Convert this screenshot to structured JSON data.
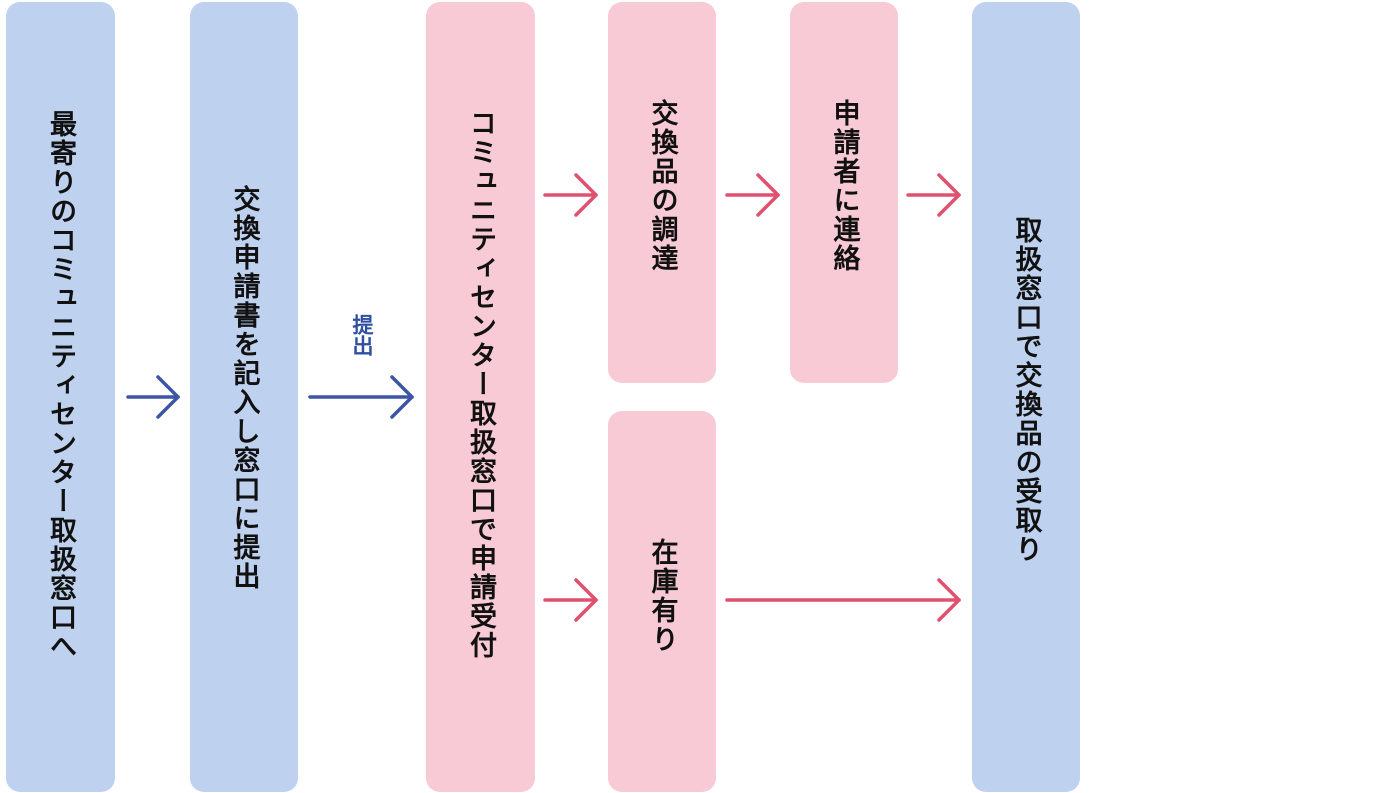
{
  "colors": {
    "blue_box": "#bed2ef",
    "pink_box": "#f8cad6",
    "blue_arrow": "#3c55a5",
    "pink_arrow": "#e0506f"
  },
  "steps": {
    "nearest_center": "最寄りのコミュニティセンター取扱窓口へ",
    "fill_application": "交換申請書を記入し窓口に提出",
    "center_accept": "コミュニティセンター取扱窓口で申請受付",
    "procure_item": "交換品の調達",
    "contact_applicant": "申請者に連絡",
    "in_stock": "在庫有り",
    "receive_item": "取扱窓口で交換品の受取り"
  },
  "arrow_labels": {
    "submit": "提出"
  }
}
